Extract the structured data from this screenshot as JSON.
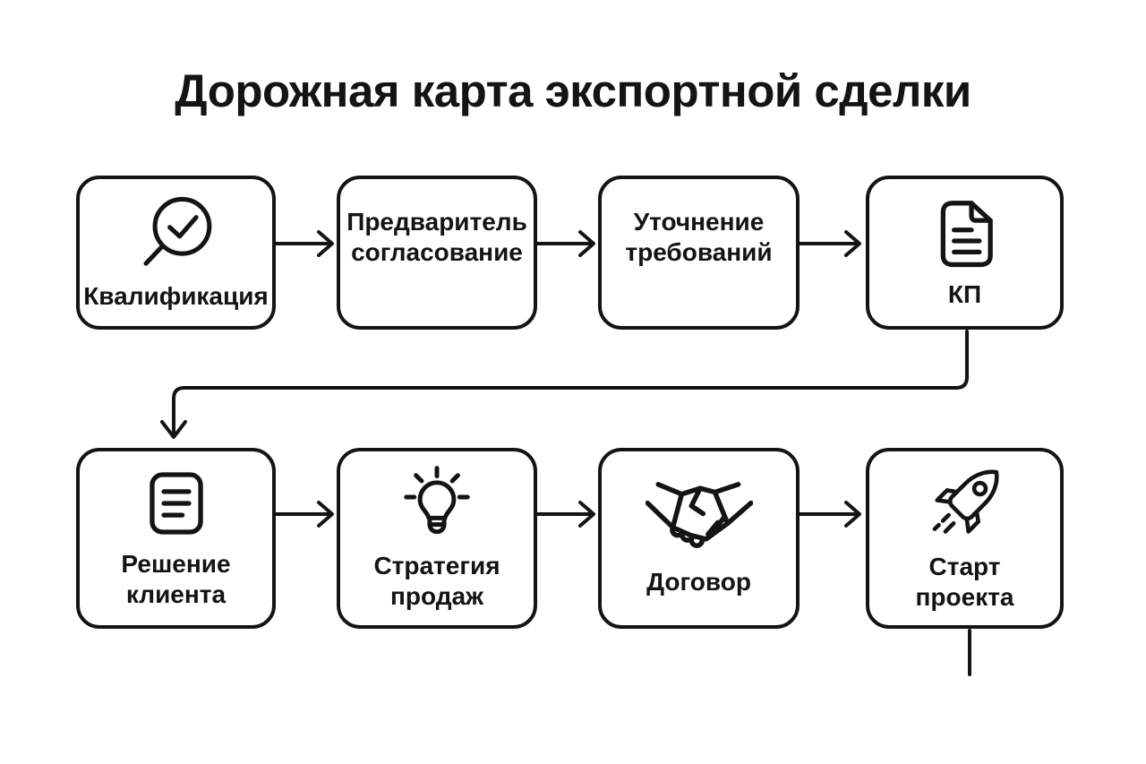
{
  "title": "Дорожная карта экспортной сделки",
  "colors": {
    "ink": "#141414",
    "background": "#ffffff"
  },
  "steps": [
    {
      "name": "qualification",
      "icon": "magnifier-check-icon",
      "lines": [
        "Квалификация"
      ]
    },
    {
      "name": "preliminary-approval",
      "icon": "",
      "lines": [
        "Предваритель",
        "согласование"
      ]
    },
    {
      "name": "requirements-clarification",
      "icon": "",
      "lines": [
        "Уточнение",
        "требований"
      ]
    },
    {
      "name": "commercial-proposal",
      "icon": "document-icon",
      "lines": [
        "КП"
      ]
    },
    {
      "name": "client-decision",
      "icon": "note-lines-icon",
      "lines": [
        "Решение",
        "клиента"
      ]
    },
    {
      "name": "sales-strategy",
      "icon": "lightbulb-icon",
      "lines": [
        "Стратегия",
        "продаж"
      ]
    },
    {
      "name": "contract",
      "icon": "handshake-icon",
      "lines": [
        "Договор"
      ]
    },
    {
      "name": "project-start",
      "icon": "rocket-icon",
      "lines": [
        "Старт",
        "проекта"
      ]
    }
  ],
  "connectors": {
    "row1_arrows": [
      "Квалификация→Предваритель согласование",
      "Предваритель согласование→Уточнение требований",
      "Уточнение требований→КП"
    ],
    "wrap_arrow": "КП→Решение клиента",
    "row2_arrows": [
      "Решение клиента→Стратегия продаж",
      "Стратегия продаж→Договор",
      "Договор→Старт проекта"
    ],
    "exit_stub": "Старт проекта→вниз"
  }
}
